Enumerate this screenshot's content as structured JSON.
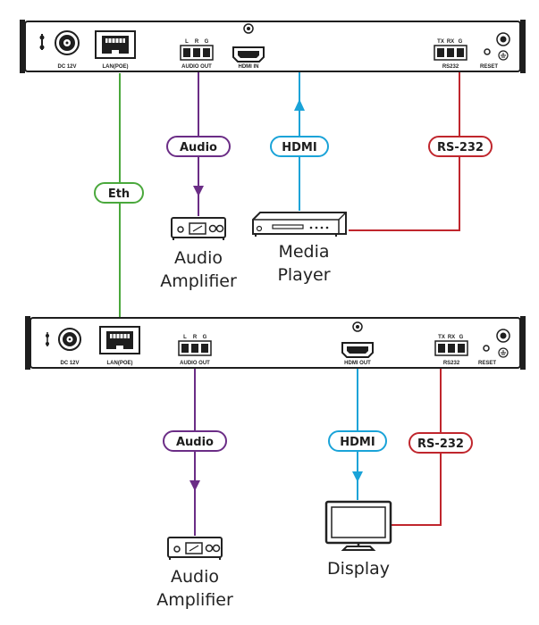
{
  "top_panel": {
    "dc_label": "DC 12V",
    "lan_label": "LAN(POE)",
    "audio_out_label": "AUDIO OUT",
    "audio_pins": [
      "L",
      "R",
      "G"
    ],
    "hdmi_label": "HDMI IN",
    "rs232_label": "RS232",
    "rs232_pins": [
      "TX",
      "RX",
      "G"
    ],
    "reset_label": "RESET"
  },
  "bottom_panel": {
    "dc_label": "DC 12V",
    "lan_label": "LAN(POE)",
    "audio_out_label": "AUDIO OUT",
    "audio_pins": [
      "L",
      "R",
      "G"
    ],
    "hdmi_label": "HDMI OUT",
    "rs232_label": "RS232",
    "rs232_pins": [
      "TX",
      "RX",
      "G"
    ],
    "reset_label": "RESET"
  },
  "cables": {
    "eth": "Eth",
    "audio_top": "Audio",
    "hdmi_top": "HDMI",
    "rs232_top": "RS-232",
    "audio_bottom": "Audio",
    "hdmi_bottom": "HDMI",
    "rs232_bottom": "RS-232"
  },
  "devices": {
    "amp_top": [
      "Audio",
      "Amplifier"
    ],
    "media_player": [
      "Media",
      "Player"
    ],
    "amp_bottom": [
      "Audio",
      "Amplifier"
    ],
    "display": [
      "Display"
    ]
  },
  "colors": {
    "eth": "#4aa83c",
    "audio": "#6b2d86",
    "hdmi": "#1aa3d8",
    "rs232": "#c0262d",
    "device": "#222222"
  }
}
